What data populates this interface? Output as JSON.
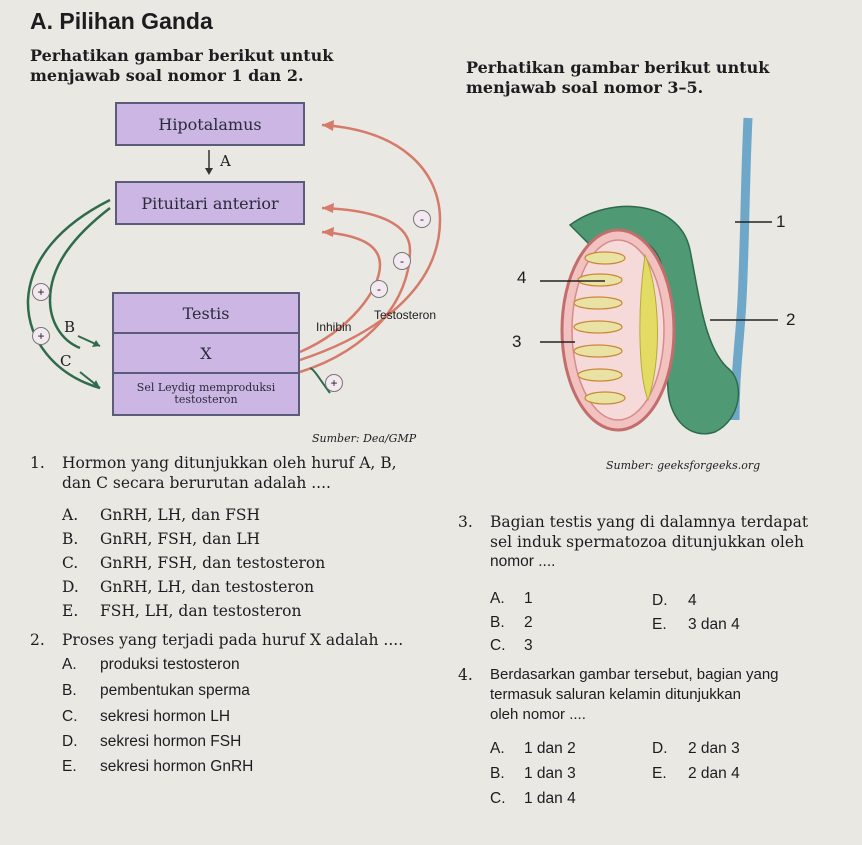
{
  "section_title": "A. Pilihan Ganda",
  "left_intro": [
    "Perhatikan gambar berikut untuk",
    "menjawab soal nomor 1 dan 2."
  ],
  "right_intro": [
    "Perhatikan gambar berikut untuk",
    "menjawab soal nomor 3–5."
  ],
  "diagram1": {
    "hypothalamus": "Hipotalamus",
    "label_a": "A",
    "pituitary": "Pituitari anterior",
    "testis": "Testis",
    "x": "X",
    "leydig": [
      "Sel Leydig memproduksi",
      "testosteron"
    ],
    "label_b": "B",
    "label_c": "C",
    "inhibin": "Inhibin",
    "testosteron": "Testosteron",
    "plus": "+",
    "minus": "-",
    "source": "Sumber: Dea/GMP"
  },
  "diagram2": {
    "label_1": "1",
    "label_2": "2",
    "label_3": "3",
    "label_4": "4",
    "source": "Sumber: geeksforgeeks.org"
  },
  "q1": {
    "number": "1.",
    "text": [
      "Hormon yang ditunjukkan oleh huruf A, B,",
      "dan C secara berurutan adalah ...."
    ],
    "options": [
      {
        "letter": "A.",
        "text": "GnRH, LH, dan FSH"
      },
      {
        "letter": "B.",
        "text": "GnRH, FSH, dan LH"
      },
      {
        "letter": "C.",
        "text": "GnRH, FSH, dan testosteron"
      },
      {
        "letter": "D.",
        "text": "GnRH, LH, dan testosteron"
      },
      {
        "letter": "E.",
        "text": "FSH, LH, dan testosteron"
      }
    ]
  },
  "q2": {
    "number": "2.",
    "text": "Proses yang terjadi pada huruf X adalah ....",
    "options": [
      {
        "letter": "A.",
        "text": "produksi testosteron"
      },
      {
        "letter": "B.",
        "text": "pembentukan sperma"
      },
      {
        "letter": "C.",
        "text": "sekresi hormon LH"
      },
      {
        "letter": "D.",
        "text": "sekresi hormon FSH"
      },
      {
        "letter": "E.",
        "text": "sekresi hormon GnRH"
      }
    ]
  },
  "q3": {
    "number": "3.",
    "text": [
      "Bagian testis yang di dalamnya terdapat",
      "sel induk spermatozoa ditunjukkan oleh",
      "nomor ...."
    ],
    "options": [
      {
        "letter": "A.",
        "text": "1"
      },
      {
        "letter": "B.",
        "text": "2"
      },
      {
        "letter": "C.",
        "text": "3"
      },
      {
        "letter": "D.",
        "text": "4"
      },
      {
        "letter": "E.",
        "text": "3 dan 4"
      }
    ]
  },
  "q4": {
    "number": "4.",
    "text": [
      "Berdasarkan gambar tersebut, bagian yang",
      "termasuk saluran kelamin ditunjukkan",
      "oleh nomor ...."
    ],
    "options": [
      {
        "letter": "A.",
        "text": "1 dan 2"
      },
      {
        "letter": "B.",
        "text": "1 dan 3"
      },
      {
        "letter": "C.",
        "text": "1 dan 4"
      },
      {
        "letter": "D.",
        "text": "2 dan 3"
      },
      {
        "letter": "E.",
        "text": "2 dan 4"
      }
    ]
  }
}
